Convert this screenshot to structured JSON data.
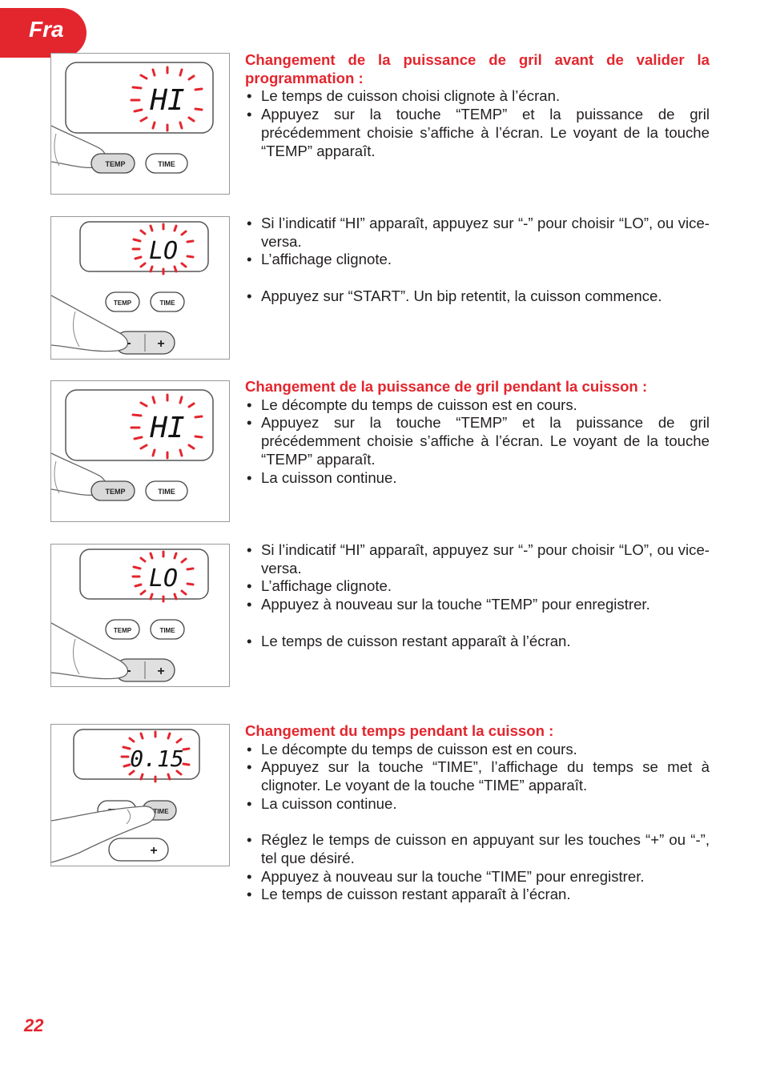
{
  "header": {
    "language_tab": "Fra"
  },
  "footer": {
    "page_number": "22"
  },
  "colors": {
    "accent": "#e3262e",
    "text": "#231f20"
  },
  "figures": [
    {
      "display": "HI",
      "buttons": [
        "TEMP",
        "TIME"
      ]
    },
    {
      "display": "LO",
      "buttons": [
        "TEMP",
        "TIME"
      ],
      "stepper": [
        "-",
        "+"
      ]
    },
    {
      "display": "HI",
      "buttons": [
        "TEMP",
        "TIME"
      ]
    },
    {
      "display": "LO",
      "buttons": [
        "TEMP",
        "TIME"
      ],
      "stepper": [
        "-",
        "+"
      ]
    },
    {
      "display": "0.15",
      "buttons": [
        "TEMP",
        "TIME"
      ],
      "stepper": [
        "+"
      ]
    }
  ],
  "sections": [
    {
      "heading": "Changement de la puissance de gril avant de valider la programmation :",
      "items": [
        "Le temps de cuisson choisi clignote à l’écran.",
        "Appuyez sur la touche “TEMP” et la puissance de gril précédemment choisie s’affiche à  l’écran. Le voyant de la touche “TEMP” apparaît."
      ]
    },
    {
      "items": [
        "Si l’indicatif “HI” apparaît, appuyez sur “-” pour choisir “LO”, ou vice-versa.",
        "L’affichage clignote.",
        "Appuyez sur “START”. Un bip retentit, la cuisson commence."
      ]
    },
    {
      "heading": "Changement de la puissance de gril pendant la cuisson :",
      "items": [
        "Le décompte du temps de cuisson est en cours.",
        "Appuyez sur la touche “TEMP” et la puissance de gril précédemment choisie s’affiche à  l’écran. Le voyant de la touche “TEMP” apparaît.",
        "La cuisson continue."
      ]
    },
    {
      "items": [
        "Si l’indicatif “HI” apparaît, appuyez sur “-” pour choisir “LO”, ou vice-versa.",
        "L’affichage clignote.",
        "Appuyez à nouveau sur la touche “TEMP” pour enregistrer.",
        "Le temps de cuisson restant apparaît à l’écran."
      ]
    },
    {
      "heading": "Changement du temps pendant la cuisson :",
      "items": [
        "Le décompte du temps de cuisson est en cours.",
        "Appuyez sur la touche “TIME”, l’affichage du temps se met à clignoter. Le voyant de la touche “TIME” apparaît.",
        "La cuisson continue.",
        "Réglez le temps de cuisson en appuyant sur les touches “+” ou “-”, tel que désiré.",
        "Appuyez à nouveau sur la touche “TIME” pour enregistrer.",
        "Le temps de cuisson restant apparaît à l’écran."
      ]
    }
  ]
}
